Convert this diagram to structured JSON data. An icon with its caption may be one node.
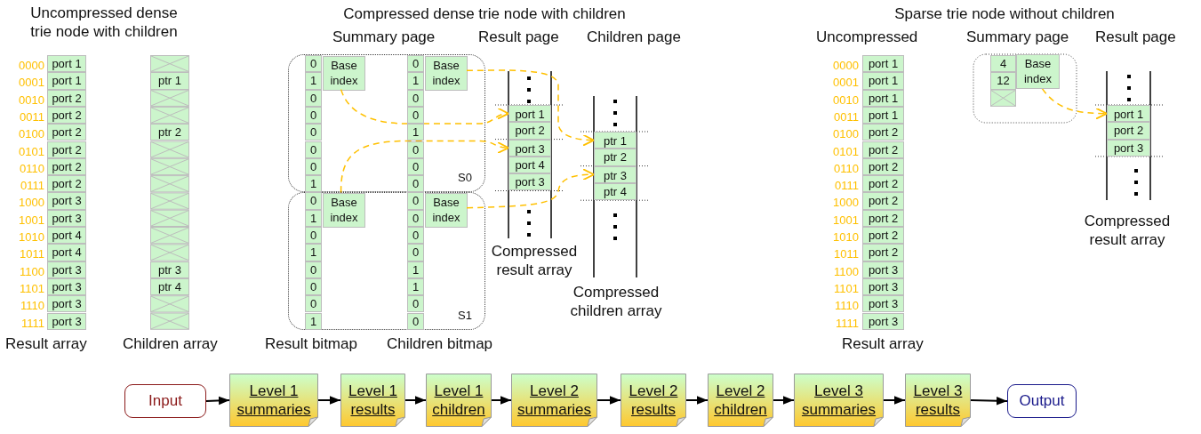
{
  "diagram": {
    "nodes": [
      {
        "text": [
          "S0"
        ]
      },
      {
        "text": [
          "Base index"
        ],
        "in": 0
      },
      {
        "text": [
          "Base index"
        ],
        "in": 0
      },
      {
        "text": [
          "S1"
        ]
      },
      {
        "text": [
          "Base index"
        ],
        "in": 3
      },
      {
        "text": [
          "Base index"
        ],
        "in": 3
      },
      {
        "text": [
          "port 1"
        ]
      },
      {
        "text": [
          "port 3"
        ]
      },
      {
        "text": [
          "ptr 1"
        ]
      },
      {
        "text": [
          "ptr 3"
        ]
      },
      {
        "text": [
          "Base index"
        ]
      },
      {
        "text": [
          "port 1"
        ]
      },
      {
        "text": [
          "Input"
        ]
      },
      {
        "text": [
          "Level 1 summaries"
        ]
      },
      {
        "text": [
          "Level 1 results"
        ]
      },
      {
        "text": [
          "Level 1 children"
        ]
      },
      {
        "text": [
          "Level 2 summaries"
        ]
      },
      {
        "text": [
          "Level 2 results"
        ]
      },
      {
        "text": [
          "Level 2 children"
        ]
      },
      {
        "text": [
          "Level 3 summaries"
        ]
      },
      {
        "text": [
          "Level 3 results"
        ]
      },
      {
        "text": [
          "Output"
        ]
      }
    ],
    "edges": [
      {
        "from": 1,
        "to": 6,
        "arrow": "to",
        "style": "dashed",
        "color": "#ffc000"
      },
      {
        "from": 4,
        "to": 7,
        "arrow": "to",
        "style": "dashed",
        "color": "#ffc000"
      },
      {
        "from": 2,
        "to": 8,
        "arrow": "to",
        "style": "dashed",
        "color": "#ffc000"
      },
      {
        "from": 5,
        "to": 9,
        "arrow": "to",
        "style": "dashed",
        "color": "#ffc000"
      },
      {
        "from": 10,
        "to": 11,
        "arrow": "to",
        "style": "dashed",
        "color": "#ffc000"
      },
      {
        "from": 12,
        "to": 13,
        "arrow": "to"
      },
      {
        "from": 13,
        "to": 14,
        "arrow": "to"
      },
      {
        "from": 14,
        "to": 15,
        "arrow": "to"
      },
      {
        "from": 15,
        "to": 16,
        "arrow": "to"
      },
      {
        "from": 16,
        "to": 17,
        "arrow": "to"
      },
      {
        "from": 17,
        "to": 18,
        "arrow": "to"
      },
      {
        "from": 18,
        "to": 19,
        "arrow": "to"
      },
      {
        "from": 19,
        "to": 20,
        "arrow": "to"
      },
      {
        "from": 20,
        "to": 21,
        "arrow": "to"
      }
    ],
    "labels": [
      "Uncompressed dense trie node with children",
      "0000",
      "port 1",
      "0001",
      "port 1",
      "ptr 1",
      "0010",
      "port 2",
      "0011",
      "port 2",
      "0100",
      "port 2",
      "ptr 2",
      "0101",
      "port 2",
      "0110",
      "port 2",
      "0111",
      "port 2",
      "1000",
      "port 3",
      "1001",
      "port 3",
      "1010",
      "port 4",
      "1011",
      "port 4",
      "1100",
      "port 3",
      "ptr 3",
      "1101",
      "port 3",
      "ptr 4",
      "1110",
      "port 3",
      "1111",
      "port 3",
      "Result array",
      "Children array",
      "Compressed dense trie node with children",
      "Summary page",
      "Result page",
      "Children page",
      "0",
      "0",
      "1",
      "1",
      "0",
      "0",
      "0",
      "0",
      "0",
      "1",
      "0",
      "0",
      "0",
      "0",
      "1",
      "0",
      "0",
      "0",
      "1",
      "0",
      "0",
      "0",
      "1",
      "0",
      "0",
      "1",
      "0",
      "1",
      "0",
      "0",
      "1",
      "0",
      "port 2",
      "port 4",
      "port 3",
      "ptr 2",
      "ptr 4",
      "Compressed result array",
      "Compressed children array",
      "Result bitmap",
      "Children bitmap",
      "Sparse trie node without children",
      "Uncompressed",
      "Summary page",
      "Result page",
      "0000",
      "port 1",
      "0001",
      "port 1",
      "0010",
      "port 1",
      "0011",
      "port 1",
      "0100",
      "port 2",
      "0101",
      "port 2",
      "0110",
      "port 2",
      "0111",
      "port 2",
      "1000",
      "port 2",
      "1001",
      "port 2",
      "1010",
      "port 2",
      "1011",
      "port 2",
      "1100",
      "port 3",
      "1101",
      "port 3",
      "1110",
      "port 3",
      "1111",
      "port 3",
      "4",
      "12",
      "port 2",
      "port 3",
      "Compressed result array",
      "Result array"
    ]
  }
}
